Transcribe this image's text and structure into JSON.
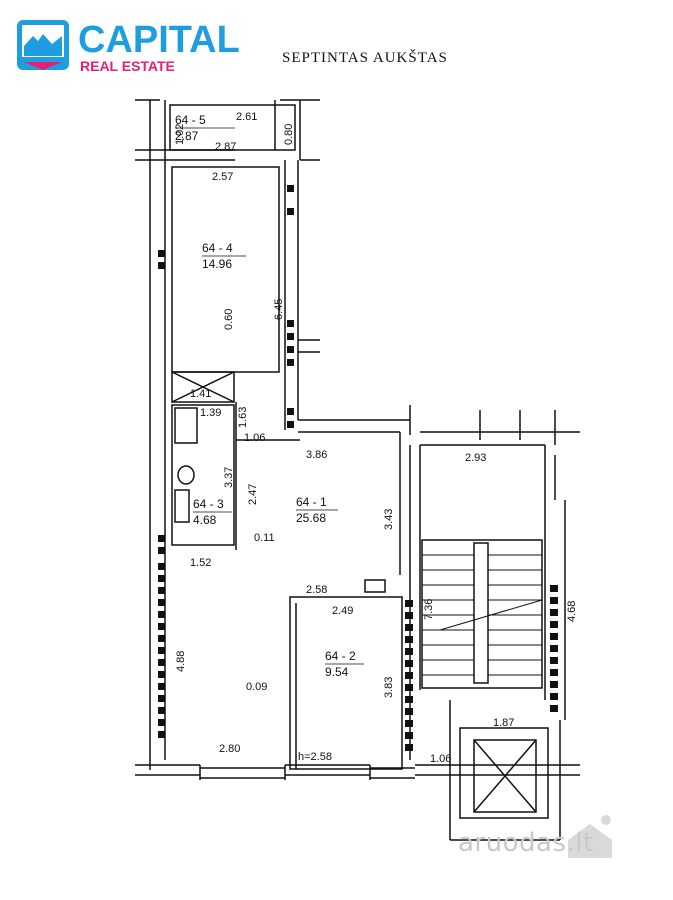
{
  "brand": {
    "name": "CAPITAL",
    "subtitle": "REAL ESTATE",
    "color_blue": "#1e9ee0",
    "color_pink": "#e61e78"
  },
  "floor_title": "SEPTINTAS AUKŠTAS",
  "rooms": [
    {
      "id": "64 - 5",
      "area": "2.87"
    },
    {
      "id": "64 - 4",
      "area": "14.96"
    },
    {
      "id": "64 - 3",
      "area": "4.68"
    },
    {
      "id": "64 - 1",
      "area": "25.68"
    },
    {
      "id": "64 - 2",
      "area": "9.54"
    }
  ],
  "dimensions": {
    "balcony_top": "2.61",
    "balcony_left": "1.02",
    "balcony_right": "0.80",
    "balcony_bottom": "2.87",
    "room4_top": "2.57",
    "room4_mid": "0.60",
    "room4_right": "6.45",
    "closet_width": "1.41",
    "bath_width": "1.39",
    "bath_depth": "1.63",
    "corridor_small": "1.06",
    "room1_top": "3.86",
    "room1_right": "3.43",
    "stair_top": "2.93",
    "bath_height": "3.37",
    "bath_inner": "2.47",
    "wall_small": "0.11",
    "left_bottom_width": "1.52",
    "room2_outer": "2.58",
    "room2_width": "2.49",
    "stair_depth": "7.36",
    "stair_side": "4.68",
    "left_height": "4.88",
    "wall_gap": "0.09",
    "room2_height": "3.83",
    "left_bottom": "2.80",
    "ceiling_height": "h=2.58",
    "lift_width": "1.87",
    "lift_door": "1.06"
  },
  "watermark": "aruodas.lt"
}
